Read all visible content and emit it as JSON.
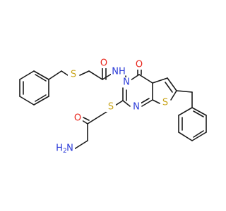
{
  "colors": {
    "bond": "#1a1a1a",
    "O": "#e8241a",
    "N": "#2a3ad8",
    "S": "#c9a51c"
  },
  "atoms": {
    "S1": "S",
    "NH": "NH",
    "O1": "O",
    "O2": "O",
    "N1": "N",
    "N2": "N",
    "S2": "S",
    "S3": "S",
    "H2N_H": "H",
    "H2N_2": "2",
    "H2N_N": "N"
  }
}
